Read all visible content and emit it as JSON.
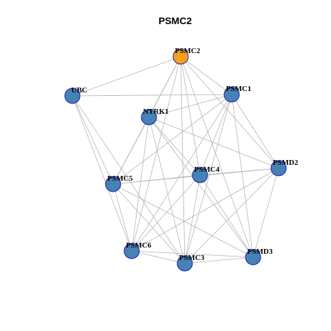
{
  "title": "PSMC2",
  "colors": {
    "focus_node": "#f5a21b",
    "node": "#4682b4",
    "node_border": "#1a1ab0",
    "edge": "#b3b3b3"
  },
  "nodes": [
    {
      "id": "PSMC2",
      "focus": true
    },
    {
      "id": "UBC",
      "focus": false
    },
    {
      "id": "PSMC1",
      "focus": false
    },
    {
      "id": "NTRK1",
      "focus": false
    },
    {
      "id": "PSMD2",
      "focus": false
    },
    {
      "id": "PSMC4",
      "focus": false
    },
    {
      "id": "PSMC5",
      "focus": false
    },
    {
      "id": "PSMC6",
      "focus": false
    },
    {
      "id": "PSMC3",
      "focus": false
    },
    {
      "id": "PSMD3",
      "focus": false
    }
  ],
  "edges": [
    [
      "PSMC2",
      "UBC"
    ],
    [
      "PSMC2",
      "PSMC1"
    ],
    [
      "PSMC2",
      "NTRK1"
    ],
    [
      "PSMC2",
      "PSMD2"
    ],
    [
      "PSMC2",
      "PSMC4"
    ],
    [
      "PSMC2",
      "PSMC5"
    ],
    [
      "PSMC2",
      "PSMC6"
    ],
    [
      "PSMC2",
      "PSMC3"
    ],
    [
      "PSMC2",
      "PSMD3"
    ],
    [
      "UBC",
      "PSMC1"
    ],
    [
      "UBC",
      "PSMC5"
    ],
    [
      "UBC",
      "PSMC6"
    ],
    [
      "UBC",
      "PSMC3"
    ],
    [
      "PSMC1",
      "NTRK1"
    ],
    [
      "PSMC1",
      "PSMD2"
    ],
    [
      "PSMC1",
      "PSMC5"
    ],
    [
      "PSMC1",
      "PSMC6"
    ],
    [
      "PSMC1",
      "PSMC3"
    ],
    [
      "PSMC1",
      "PSMD3"
    ],
    [
      "PSMC1",
      "PSMC4"
    ],
    [
      "NTRK1",
      "PSMD2"
    ],
    [
      "NTRK1",
      "PSMC4"
    ],
    [
      "NTRK1",
      "PSMC5"
    ],
    [
      "NTRK1",
      "PSMC6"
    ],
    [
      "NTRK1",
      "PSMC3"
    ],
    [
      "NTRK1",
      "PSMD3"
    ],
    [
      "PSMD2",
      "PSMC4"
    ],
    [
      "PSMD2",
      "PSMC5"
    ],
    [
      "PSMD2",
      "PSMC6"
    ],
    [
      "PSMD2",
      "PSMC3"
    ],
    [
      "PSMD2",
      "PSMD3"
    ],
    [
      "PSMC4",
      "PSMC5"
    ],
    [
      "PSMC4",
      "PSMC6"
    ],
    [
      "PSMC4",
      "PSMC3"
    ],
    [
      "PSMC4",
      "PSMD3"
    ],
    [
      "PSMC5",
      "PSMC6"
    ],
    [
      "PSMC5",
      "PSMC3"
    ],
    [
      "PSMC5",
      "PSMD3"
    ],
    [
      "PSMC6",
      "PSMC3"
    ],
    [
      "PSMC6",
      "PSMD3"
    ],
    [
      "PSMC3",
      "PSMD3"
    ]
  ]
}
